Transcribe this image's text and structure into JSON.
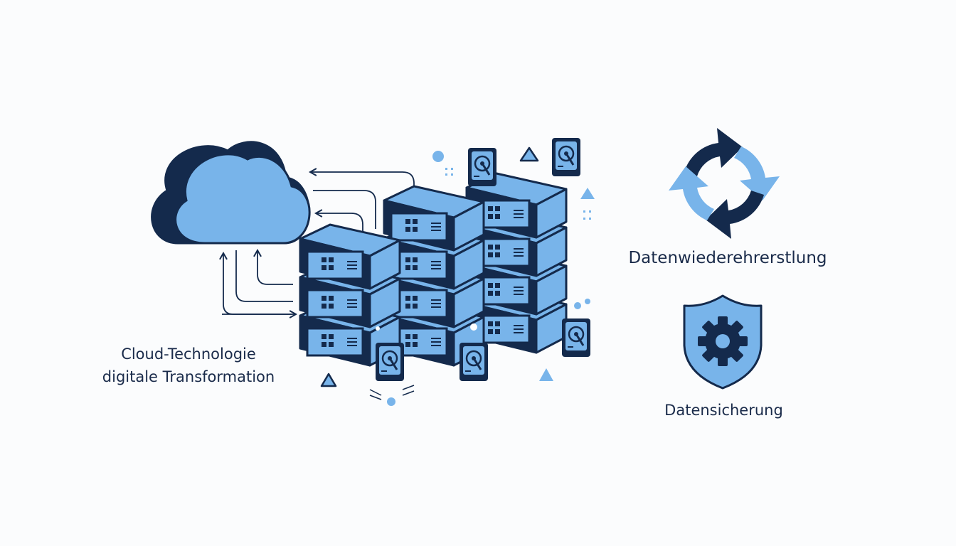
{
  "labels": {
    "cloud_line1": "Cloud-Technologie",
    "cloud_line2": "digitale Transformation",
    "recovery": "Datenwiederehrerstlung",
    "backup": "Datensicherung"
  },
  "colors": {
    "navy": "#142a4c",
    "light_blue": "#78b4ea",
    "mid_blue": "#5c97d6",
    "background": "#fbfcfd"
  },
  "icons": [
    "cloud-icon",
    "server-icon",
    "hard-drive-icon",
    "sync-arrows-icon",
    "shield-gear-icon",
    "triangle-icon",
    "dot-icon"
  ]
}
